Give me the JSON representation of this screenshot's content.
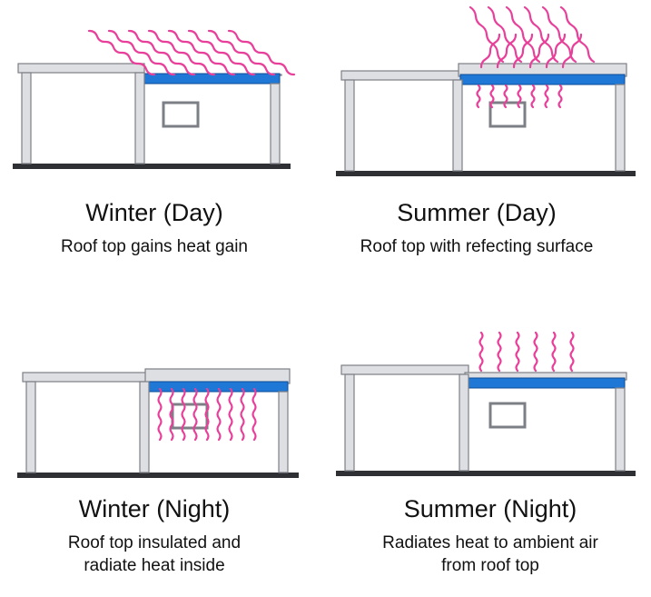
{
  "panels": [
    {
      "title": "Winter (Day)",
      "lines": [
        "Roof top gains heat gain"
      ]
    },
    {
      "title": "Summer (Day)",
      "lines": [
        "Roof top with refecting surface"
      ]
    },
    {
      "title": "Winter (Night)",
      "lines": [
        "Roof top insulated and",
        "radiate heat inside"
      ]
    },
    {
      "title": "Summer (Night)",
      "lines": [
        "Radiates heat to ambient air",
        "from roof top"
      ]
    }
  ],
  "colors": {
    "wall_fill": "#dedfe3",
    "wall_stroke": "#7c7f86",
    "roof_panel": "#1f78d6",
    "heat_wave": "#e8409a",
    "ground": "#2e3034",
    "background": "#ffffff"
  }
}
